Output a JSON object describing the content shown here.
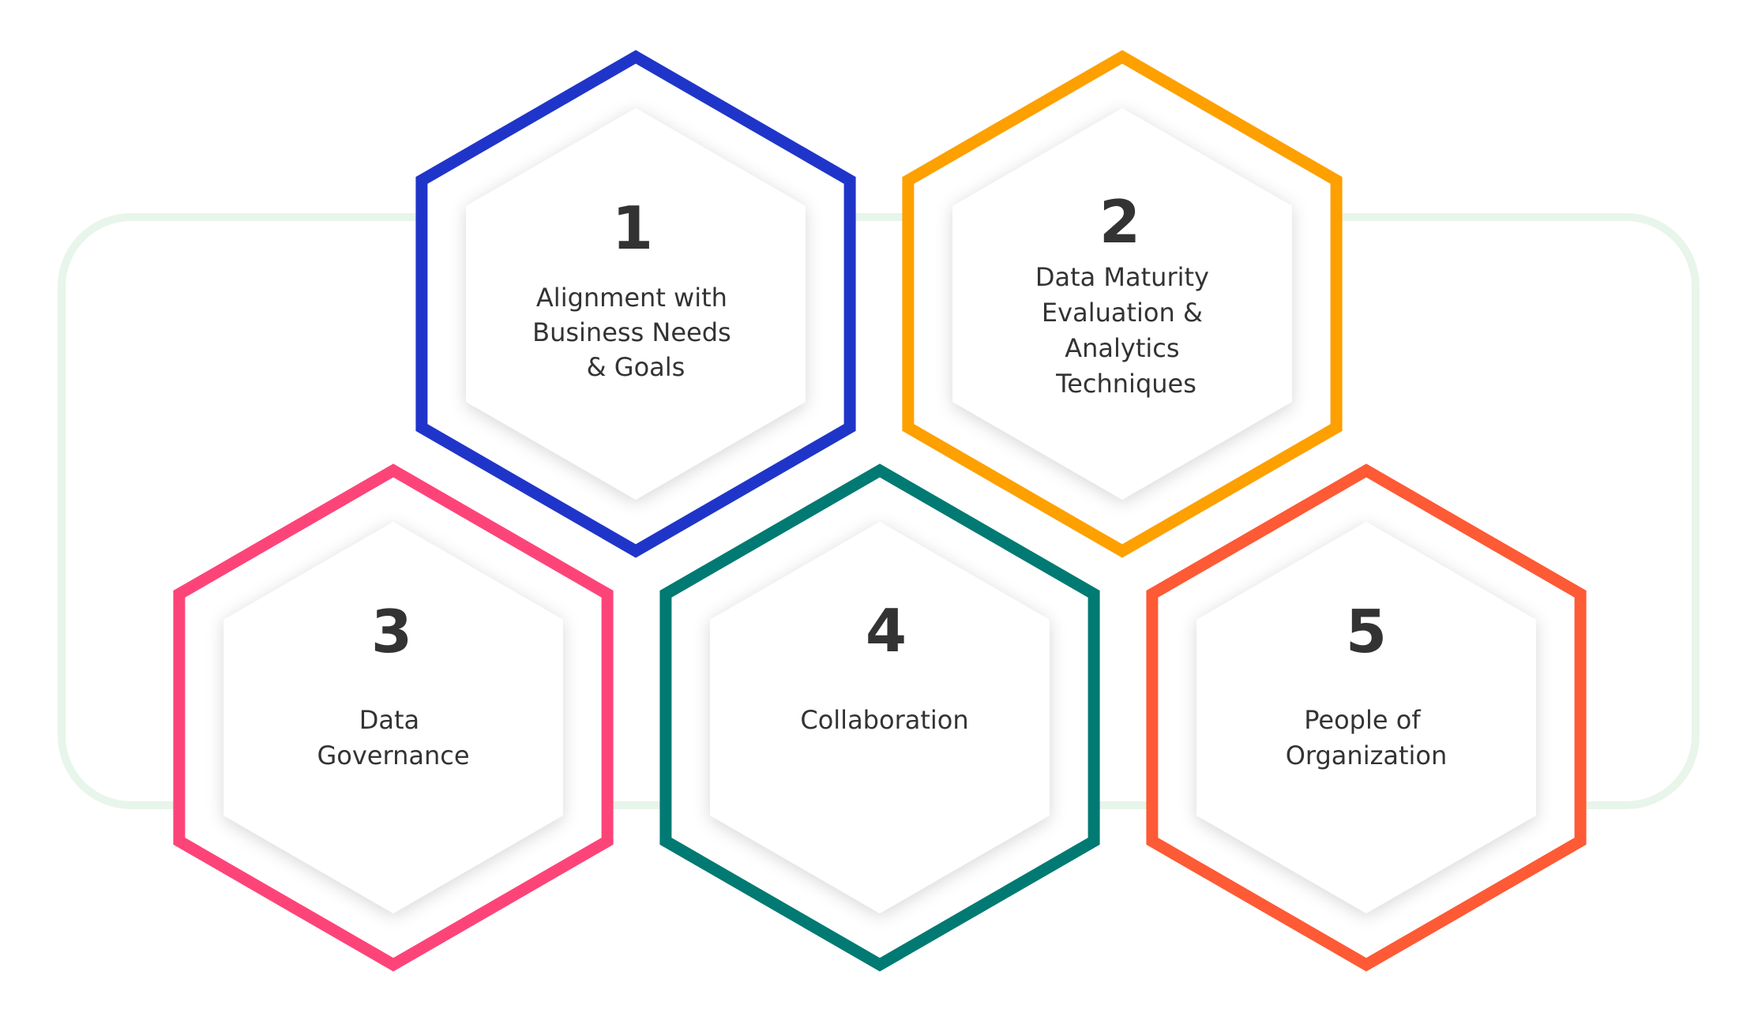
{
  "colors": {
    "background": "#ffffff",
    "frame": "#e8f5ea",
    "text": "#333333",
    "shadow": "#d9d9d9"
  },
  "hexagons": [
    {
      "number": "1",
      "color": "#1f35c9",
      "lines": [
        "Alignment with",
        "Business Needs",
        "& Goals"
      ]
    },
    {
      "number": "2",
      "color": "#fda000",
      "lines": [
        "Data Maturity",
        "Evaluation &",
        "Analytics",
        "Techniques"
      ]
    },
    {
      "number": "3",
      "color": "#fd4479",
      "lines": [
        "Data",
        "Governance"
      ]
    },
    {
      "number": "4",
      "color": "#007a72",
      "lines": [
        "Collaboration"
      ]
    },
    {
      "number": "5",
      "color": "#fd5a35",
      "lines": [
        "People of",
        "Organization"
      ]
    }
  ]
}
